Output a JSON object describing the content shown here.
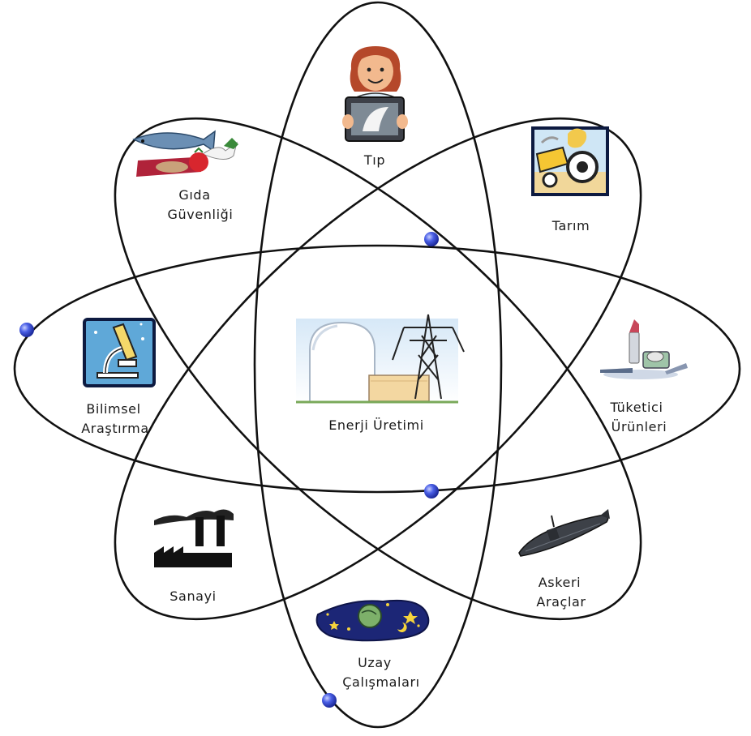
{
  "diagram": {
    "center_label": "Enerji Üretimi",
    "labels": {
      "tip": "Tıp",
      "tarim": "Tarım",
      "gida_1": "Gıda",
      "gida_2": "Güvenliği",
      "bilimsel_1": "Bilimsel",
      "bilimsel_2": "Araştırma",
      "tuketici_1": "Tüketici",
      "tuketici_2": "Ürünleri",
      "sanayi": "Sanayi",
      "askeri_1": "Askeri",
      "askeri_2": "Araçlar",
      "uzay_1": "Uzay",
      "uzay_2": "Çalışmaları"
    },
    "colors": {
      "orbit": "#111111",
      "electron": "#3a4fd8",
      "text": "#1a1a1a"
    },
    "icons": [
      "doctor-xray-icon",
      "farm-tractor-icon",
      "food-fish-vegetables-icon",
      "microscope-icon",
      "lipstick-compact-icon",
      "power-plant-icon",
      "factory-icon",
      "submarine-icon",
      "space-planet-icon"
    ]
  }
}
